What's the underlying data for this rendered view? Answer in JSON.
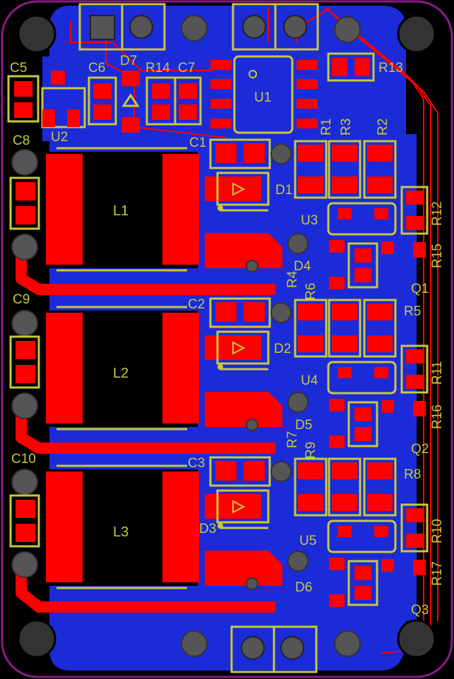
{
  "colors": {
    "background": "#000000",
    "outline": "#8b1a8b",
    "copper_bottom": "#1b2bd8",
    "copper_top": "#ff0000",
    "silk": "#c8c83a",
    "hole": "#4a4a4a",
    "inductor_core": "#000000"
  },
  "labels": {
    "C5": "C5",
    "C6": "C6",
    "D7": "D7",
    "R14": "R14",
    "C7": "C7",
    "U1": "U1",
    "R13": "R13",
    "U2": "U2",
    "C8": "C8",
    "C1": "C1",
    "R1": "R1",
    "R3": "R3",
    "R2": "R2",
    "D1": "D1",
    "L1": "L1",
    "R12": "R12",
    "U3": "U3",
    "R15": "R15",
    "D4": "D4",
    "R4": "R4",
    "R6": "R6",
    "Q1": "Q1",
    "C9": "C9",
    "C2": "C2",
    "R5": "R5",
    "D2": "D2",
    "L2": "L2",
    "R11": "R11",
    "U4": "U4",
    "R16": "R16",
    "D5": "D5",
    "R7": "R7",
    "R9": "R9",
    "Q2": "Q2",
    "C10": "C10",
    "C3": "C3",
    "R8": "R8",
    "L3": "L3",
    "D3": "D3",
    "R10": "R10",
    "U5": "U5",
    "R17": "R17",
    "D6": "D6",
    "Q3": "Q3"
  }
}
